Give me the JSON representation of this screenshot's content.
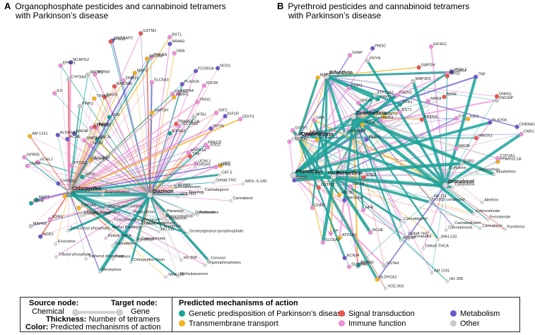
{
  "panels": [
    {
      "letter": "A",
      "title_line1": "Organophosphate pesticides and cannabinoid tetramers",
      "title_line2": "with Parkinson’s disease"
    },
    {
      "letter": "B",
      "title_line1": "Pyrethroid pesticides and cannabinoid tetramers",
      "title_line2": "with Parkinson’s disease"
    }
  ],
  "colors": {
    "genetic": "#1aa39a",
    "transmembrane": "#f2b21c",
    "signal": "#e8574e",
    "immune": "#ee8fd6",
    "metabolism": "#6a5acd",
    "other": "#c9c9c9"
  },
  "legend": {
    "source_label": "Source node:",
    "target_label": "Target node:",
    "source_value": "Chemical",
    "target_value": "Gene",
    "thickness_label": "Thickness:",
    "thickness_value": "Number of tetramers",
    "color_label": "Color:",
    "color_value": "Predicted mechanisms of action",
    "mechanisms_title": "Predicted mechanisms of action",
    "mechanisms": [
      {
        "label": "Genetic predisposition of Parkinson’s disease",
        "color": "#1aa39a"
      },
      {
        "label": "Signal transduction",
        "color": "#e8574e"
      },
      {
        "label": "Metabolism",
        "color": "#6a5acd"
      },
      {
        "label": "Transmembrane transport",
        "color": "#f2b21c"
      },
      {
        "label": "Immune function",
        "color": "#ee8fd6"
      },
      {
        "label": "Other",
        "color": "#c9c9c9"
      }
    ]
  },
  "network_a": {
    "hubs": [
      "Chlorpyrifos",
      "Diazinon"
    ],
    "chemicals": [
      "CAT-2",
      "GPDH1",
      "Delta8-THC",
      "IMOL-S-140",
      "Cannabigerol",
      "Cannabinol",
      "ATXN3",
      "Temefos",
      "VCE-003",
      "Profenofos",
      "Cannabidivarin",
      "Coroxon",
      "Dimethoate",
      "Paraoxon",
      "Geranylgeranyl pyrophosphate",
      "Malaoxon",
      "Organophosphates",
      "Monocrotophos",
      "Malathion",
      "HU 308",
      "HU 211",
      "Methylparaoxon",
      "JWH-133",
      "Dichlorvos",
      "Cannabinoids",
      "Chlorpyrifos Oxon",
      "O-1602 compound",
      "Fenitrothion",
      "Parathion",
      "Fenthion",
      "Methyl Parathion",
      "Cannabidiol",
      "Mevinphos",
      "Delta9-THCA",
      "Tris(chloroethyl)phosphate",
      "Chlorpyrifos-methyl",
      "Triphenyl phosphate",
      "Tributyl phosphate",
      "Erucosine",
      "Tri-o-cresyl phosphate",
      "Azamethiphos",
      "Trilotyl Phosphates",
      "Phosphamidon"
    ],
    "genes": [
      "ESR1",
      "NOD1",
      "CYP1A1",
      "AIF1",
      "MAPK8",
      "BCHE",
      "CHRNA1",
      "MAPT",
      "PTGS2",
      "SOD2",
      "UCHL1",
      "GPR55",
      "CNR2",
      "CHGHD2",
      "SLC2A14",
      "AM 1241",
      "MAP3K5",
      "NOS2",
      "ALDH1A1",
      "ACHE",
      "MAOA",
      "CYP2E1",
      "SNCA",
      "PARK7",
      "HMOX1",
      "PINK1",
      "IL6",
      "CYP3A4",
      "EPHX1",
      "ABCB1",
      "TRPM2",
      "NCAPG2",
      "FGB",
      "BAG5",
      "HSPA9",
      "RAB39B",
      "CNTNAP2",
      "DNM1L",
      "ATXN2",
      "MAP2",
      "SNCAIP",
      "GSTM1",
      "SLC6A3",
      "PRKRA",
      "NR4A2",
      "BST1",
      "GBA",
      "GAPDH",
      "PLA2G6",
      "PTGS1",
      "FCGR2A",
      "GSTA4",
      "IGF2R",
      "PARP1",
      "NOS1",
      "PPARGC1A",
      "SLC18A2",
      "PNOC",
      "EIF4G1",
      "PDYN",
      "MTA1",
      "IGF2",
      "IGF1R",
      "DDIT4",
      "PRKCD",
      "TNF",
      "SOD1",
      "HFE",
      "HSPA1A",
      "UCHL1",
      "LRRK2"
    ]
  },
  "network_b": {
    "hubs": [
      "Deltamethrin",
      "Permethrin",
      "Cypermethrin",
      "Bifenthrin",
      "Dronabinol",
      "Phenothrin"
    ],
    "chemicals": [
      "Bioallethrin",
      "Resmethrin",
      "Cyfluthrin",
      "Allethrin",
      "Pyrethrins",
      "Cyhalothrin",
      "Fenvalerate",
      "Esfenvalerate",
      "Cannabinol",
      "Cannabidivarin",
      "Cannabinoids",
      "O-1602 compound",
      "HU 211",
      "HU 308",
      "JWH-133",
      "AM 1241",
      "Delta9-THCA",
      "Delta8-THC",
      "Cannabigerol",
      "Cannabidiol",
      "VCE-003",
      "ATXN3"
    ],
    "genes": [
      "ALDH1A1",
      "GSTA4",
      "INS",
      "BCHE",
      "SLC18A2",
      "TRPM2",
      "HFE",
      "KCNJ4",
      "ATP1A3",
      "CP",
      "SLC6A3",
      "CNR2",
      "IGF2R",
      "CHGHD2",
      "ABCB1",
      "NOD1",
      "GSTM1",
      "DRD2",
      "MAOA",
      "CYP2D6",
      "CYP2E1",
      "GSTP1",
      "NR4A2",
      "ALDH1A2",
      "GBA",
      "CNTNAP2",
      "PARP1",
      "SOD2",
      "MAPT",
      "SNCA",
      "PINK1",
      "NOS1",
      "PRKCD",
      "ATP13A2",
      "GFAP",
      "DDIT4",
      "PDYN",
      "PNOC",
      "BST1",
      "MTA1",
      "PSEN1",
      "GAPDH",
      "EIF4G1",
      "MAP3K5",
      "PRKRA",
      "MAP2",
      "UCHL1",
      "SLC2A14",
      "NOS2",
      "BDNF",
      "TNF",
      "IL6",
      "SNCAIP",
      "DNM1L",
      "PLA2G6",
      "IGF2",
      "MAOB",
      "CNR1",
      "HMOX1",
      "CHRNA1",
      "PPARGC1A",
      "ESR1",
      "CYP1A1"
    ]
  }
}
